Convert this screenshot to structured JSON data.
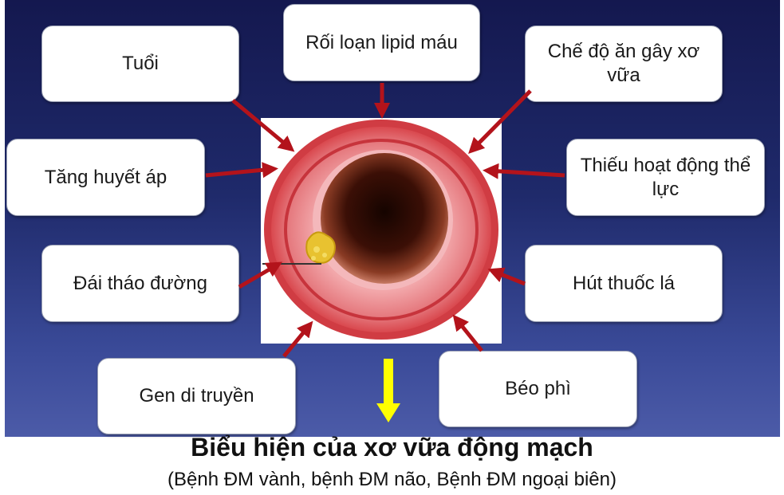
{
  "factors": {
    "age": "Tuổi",
    "dyslipidemia": "Rối loạn lipid máu",
    "diet": "Chế độ ăn gây xơ vữa",
    "hypertension": "Tăng huyết áp",
    "inactivity": "Thiếu hoạt động thể lực",
    "diabetes": "Đái tháo đường",
    "smoking": "Hút thuốc lá",
    "genetics": "Gen di truyền",
    "obesity": "Béo phì"
  },
  "outcome": {
    "title": "Biểu hiện của xơ vữa động mạch",
    "subtitle": "(Bệnh ĐM vành, bệnh ĐM não, Bệnh ĐM ngoại biên)"
  },
  "colors": {
    "arrow_red": "#b3131b",
    "arrow_yellow": "#ffff00",
    "artery_outer": "#d9484e",
    "artery_inner": "#f08e94",
    "plaque": "#e8c230"
  }
}
